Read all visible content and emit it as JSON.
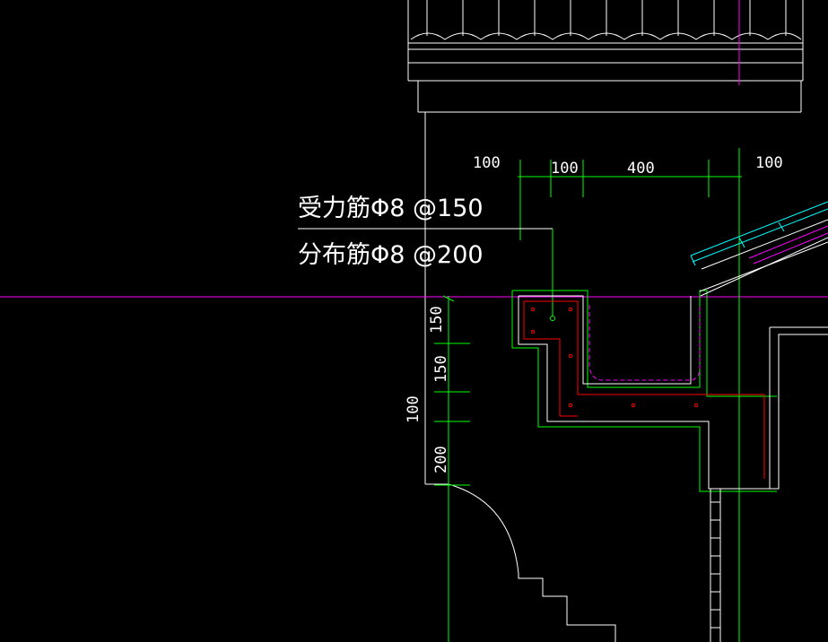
{
  "drawing": {
    "annotations": {
      "main_rebar": "受力筋Φ8 @150",
      "distribution_rebar": "分布筋Φ8 @200"
    },
    "top_dimensions": [
      "100",
      "100",
      "400",
      "100"
    ],
    "left_dimensions": [
      "150",
      "150",
      "200",
      "100"
    ],
    "colors": {
      "background": "#000000",
      "lines": "#ffffff",
      "dimension": "#00ff00",
      "rebar": "#ff0000",
      "axis": "#ff00ff",
      "tiles": "#00ffff"
    }
  }
}
